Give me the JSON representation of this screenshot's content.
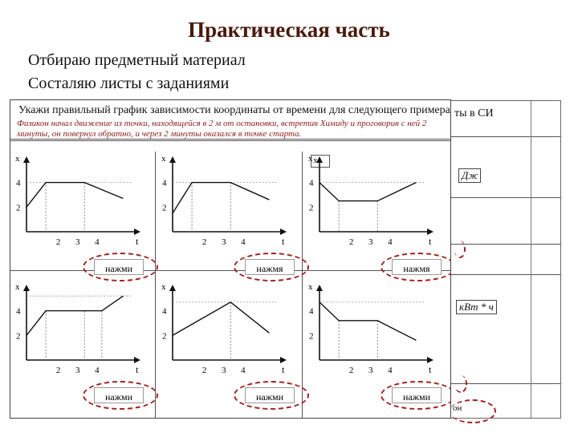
{
  "slide": {
    "title": "Практическая часть",
    "bullets": [
      "Отбираю предметный  материал",
      "Состаляю листы с заданиями"
    ]
  },
  "background_sheet": {
    "header_text": "ты в СИ",
    "unit_1": "Дж",
    "unit_2": "кВт * ч",
    "footer_text": "он"
  },
  "task": {
    "question": "Укажи правильный  график зависимости  координаты от времени для следующего примера:",
    "condition": "Физикон начал движение из точки, находящейся в 2 м от остановки, встретив Химиду и проговорив с ней 2 минуты, он повернул обратно, и через 2 минуты оказался в точке старта.",
    "button_label": "нажми",
    "colors": {
      "oval": "#a32020",
      "condition_text": "#8b1a1a",
      "title": "#4a1a0c"
    },
    "graphs": [
      {
        "axis_x": "t",
        "axis_y": "x",
        "y_ticks": [
          "4",
          "2"
        ],
        "x_ticks": [
          "2",
          "3",
          "4"
        ],
        "path": [
          [
            0,
            2
          ],
          [
            1,
            4
          ],
          [
            3,
            4
          ],
          [
            5,
            2.7
          ]
        ],
        "button": "нажми"
      },
      {
        "axis_x": "t",
        "axis_y": "x",
        "y_ticks": [
          "4",
          "2"
        ],
        "x_ticks": [
          "2",
          "3",
          "4"
        ],
        "path": [
          [
            0,
            1.5
          ],
          [
            1,
            4
          ],
          [
            3,
            4
          ],
          [
            5,
            2.6
          ]
        ],
        "button": "нажмя"
      },
      {
        "axis_x": "t",
        "axis_y": "x",
        "extra_label": "x",
        "y_ticks": [
          "4",
          "2"
        ],
        "x_ticks": [
          "2",
          "3",
          "4"
        ],
        "path": [
          [
            0,
            4
          ],
          [
            1,
            2.5
          ],
          [
            3,
            2.5
          ],
          [
            5,
            4
          ]
        ],
        "button": "нажмя"
      },
      {
        "axis_x": "t",
        "axis_y": "x",
        "y_ticks": [
          "4",
          "2"
        ],
        "x_ticks": [
          "2",
          "3",
          "4"
        ],
        "path": [
          [
            0,
            2
          ],
          [
            1,
            4
          ],
          [
            3,
            4
          ],
          [
            3.9,
            4
          ],
          [
            5,
            5.2
          ]
        ],
        "button": "нажми"
      },
      {
        "axis_x": "t",
        "axis_y": "x",
        "y_ticks": [
          "4",
          "2"
        ],
        "x_ticks": [
          "2",
          "3",
          "4"
        ],
        "path": [
          [
            0,
            2
          ],
          [
            3,
            4.7
          ],
          [
            5,
            2.2
          ]
        ],
        "button": "нажми"
      },
      {
        "axis_x": "t",
        "axis_y": "x",
        "y_ticks": [
          "4",
          "2"
        ],
        "x_ticks": [
          "2",
          "3",
          "4"
        ],
        "path": [
          [
            0,
            4.7
          ],
          [
            1,
            3.2
          ],
          [
            3,
            3.2
          ],
          [
            5,
            1.6
          ]
        ],
        "button": "нажми"
      }
    ]
  }
}
